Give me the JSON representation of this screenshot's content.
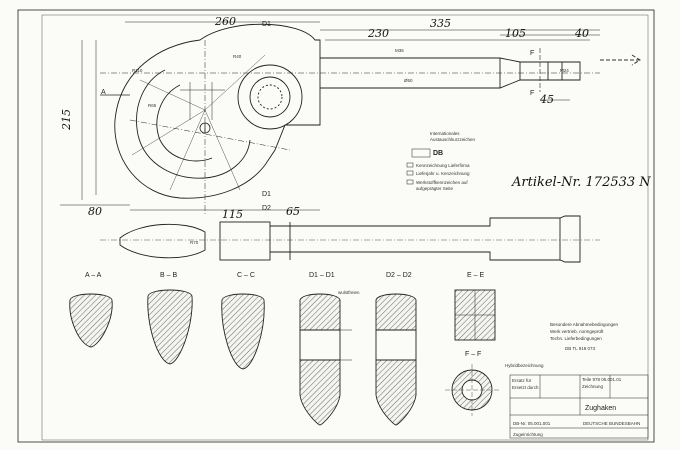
{
  "article": "Artikel-Nr. 172533 N",
  "dims": {
    "d260": "260",
    "d230": "230",
    "d335": "335",
    "d105": "105",
    "d40": "40",
    "d45": "45",
    "d215": "215",
    "d80": "80",
    "d115": "115",
    "d65": "65"
  },
  "labels": {
    "d1": "D1",
    "d2": "D2",
    "a": "A",
    "f": "F"
  },
  "sections": {
    "aa": "A – A",
    "bb": "B – B",
    "cc": "C – C",
    "d1d1": "D1 – D1",
    "d2d2": "D2 – D2",
    "ee": "E – E",
    "ff": "F – F"
  },
  "legend": {
    "title": "Internationales",
    "subtitle": "Austauschkurzzeichen",
    "stamp": "DB",
    "line1": "Kennzeichnung Lieferfirma",
    "line2": "Lieferjahr u. Kenzeichnung",
    "line3": "Werkstoffkennzeichen auf",
    "line4": "aufgeprägter Seite"
  },
  "notes": {
    "r110": "R110",
    "r65": "R65",
    "r40": "R40",
    "m36": "M36",
    "d50": "Ø50",
    "m24": "M24",
    "r70": "R70",
    "weld": "wulstfreien",
    "right1": "Besondere Abnahmebedingungen",
    "right2": "Werk vertrieb, normgeprüft",
    "right3": "Techn. Lieferbedingungen",
    "right4": "DB TL 918 073",
    "hybrid": "Hybridbezeichnung"
  },
  "titleblock": {
    "part_no": "Teile 978 05.001.01",
    "line2": "Zeichnung",
    "name": "Zughaken",
    "drawing_no": "DB-Nr. 05.001.001",
    "company": "DEUTSCHE BUNDESBAHN",
    "footer": "Zugeinrichtung",
    "left1": "Ersatz für",
    "left2": "Ersetzt durch"
  }
}
